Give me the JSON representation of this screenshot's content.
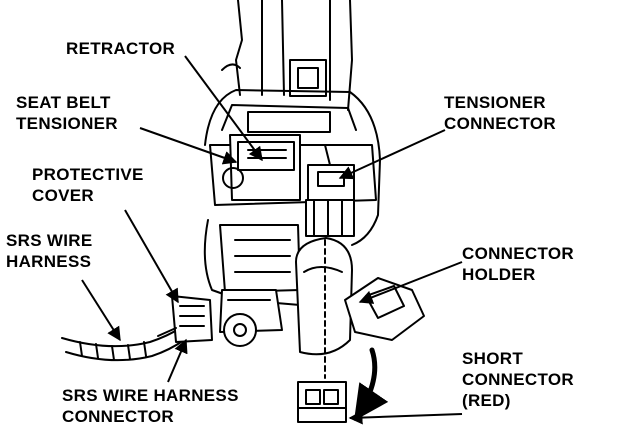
{
  "labels": {
    "retractor": "RETRACTOR",
    "seat_belt_tensioner": "SEAT BELT\nTENSIONER",
    "protective_cover": "PROTECTIVE\nCOVER",
    "srs_wire_harness": "SRS WIRE\nHARNESS",
    "srs_wire_harness_connector": "SRS WIRE HARNESS\nCONNECTOR",
    "tensioner_connector": "TENSIONER\nCONNECTOR",
    "connector_holder": "CONNECTOR\nHOLDER",
    "short_connector": "SHORT\nCONNECTOR\n(RED)"
  },
  "colors": {
    "ink": "#000000",
    "paper": "#ffffff"
  }
}
